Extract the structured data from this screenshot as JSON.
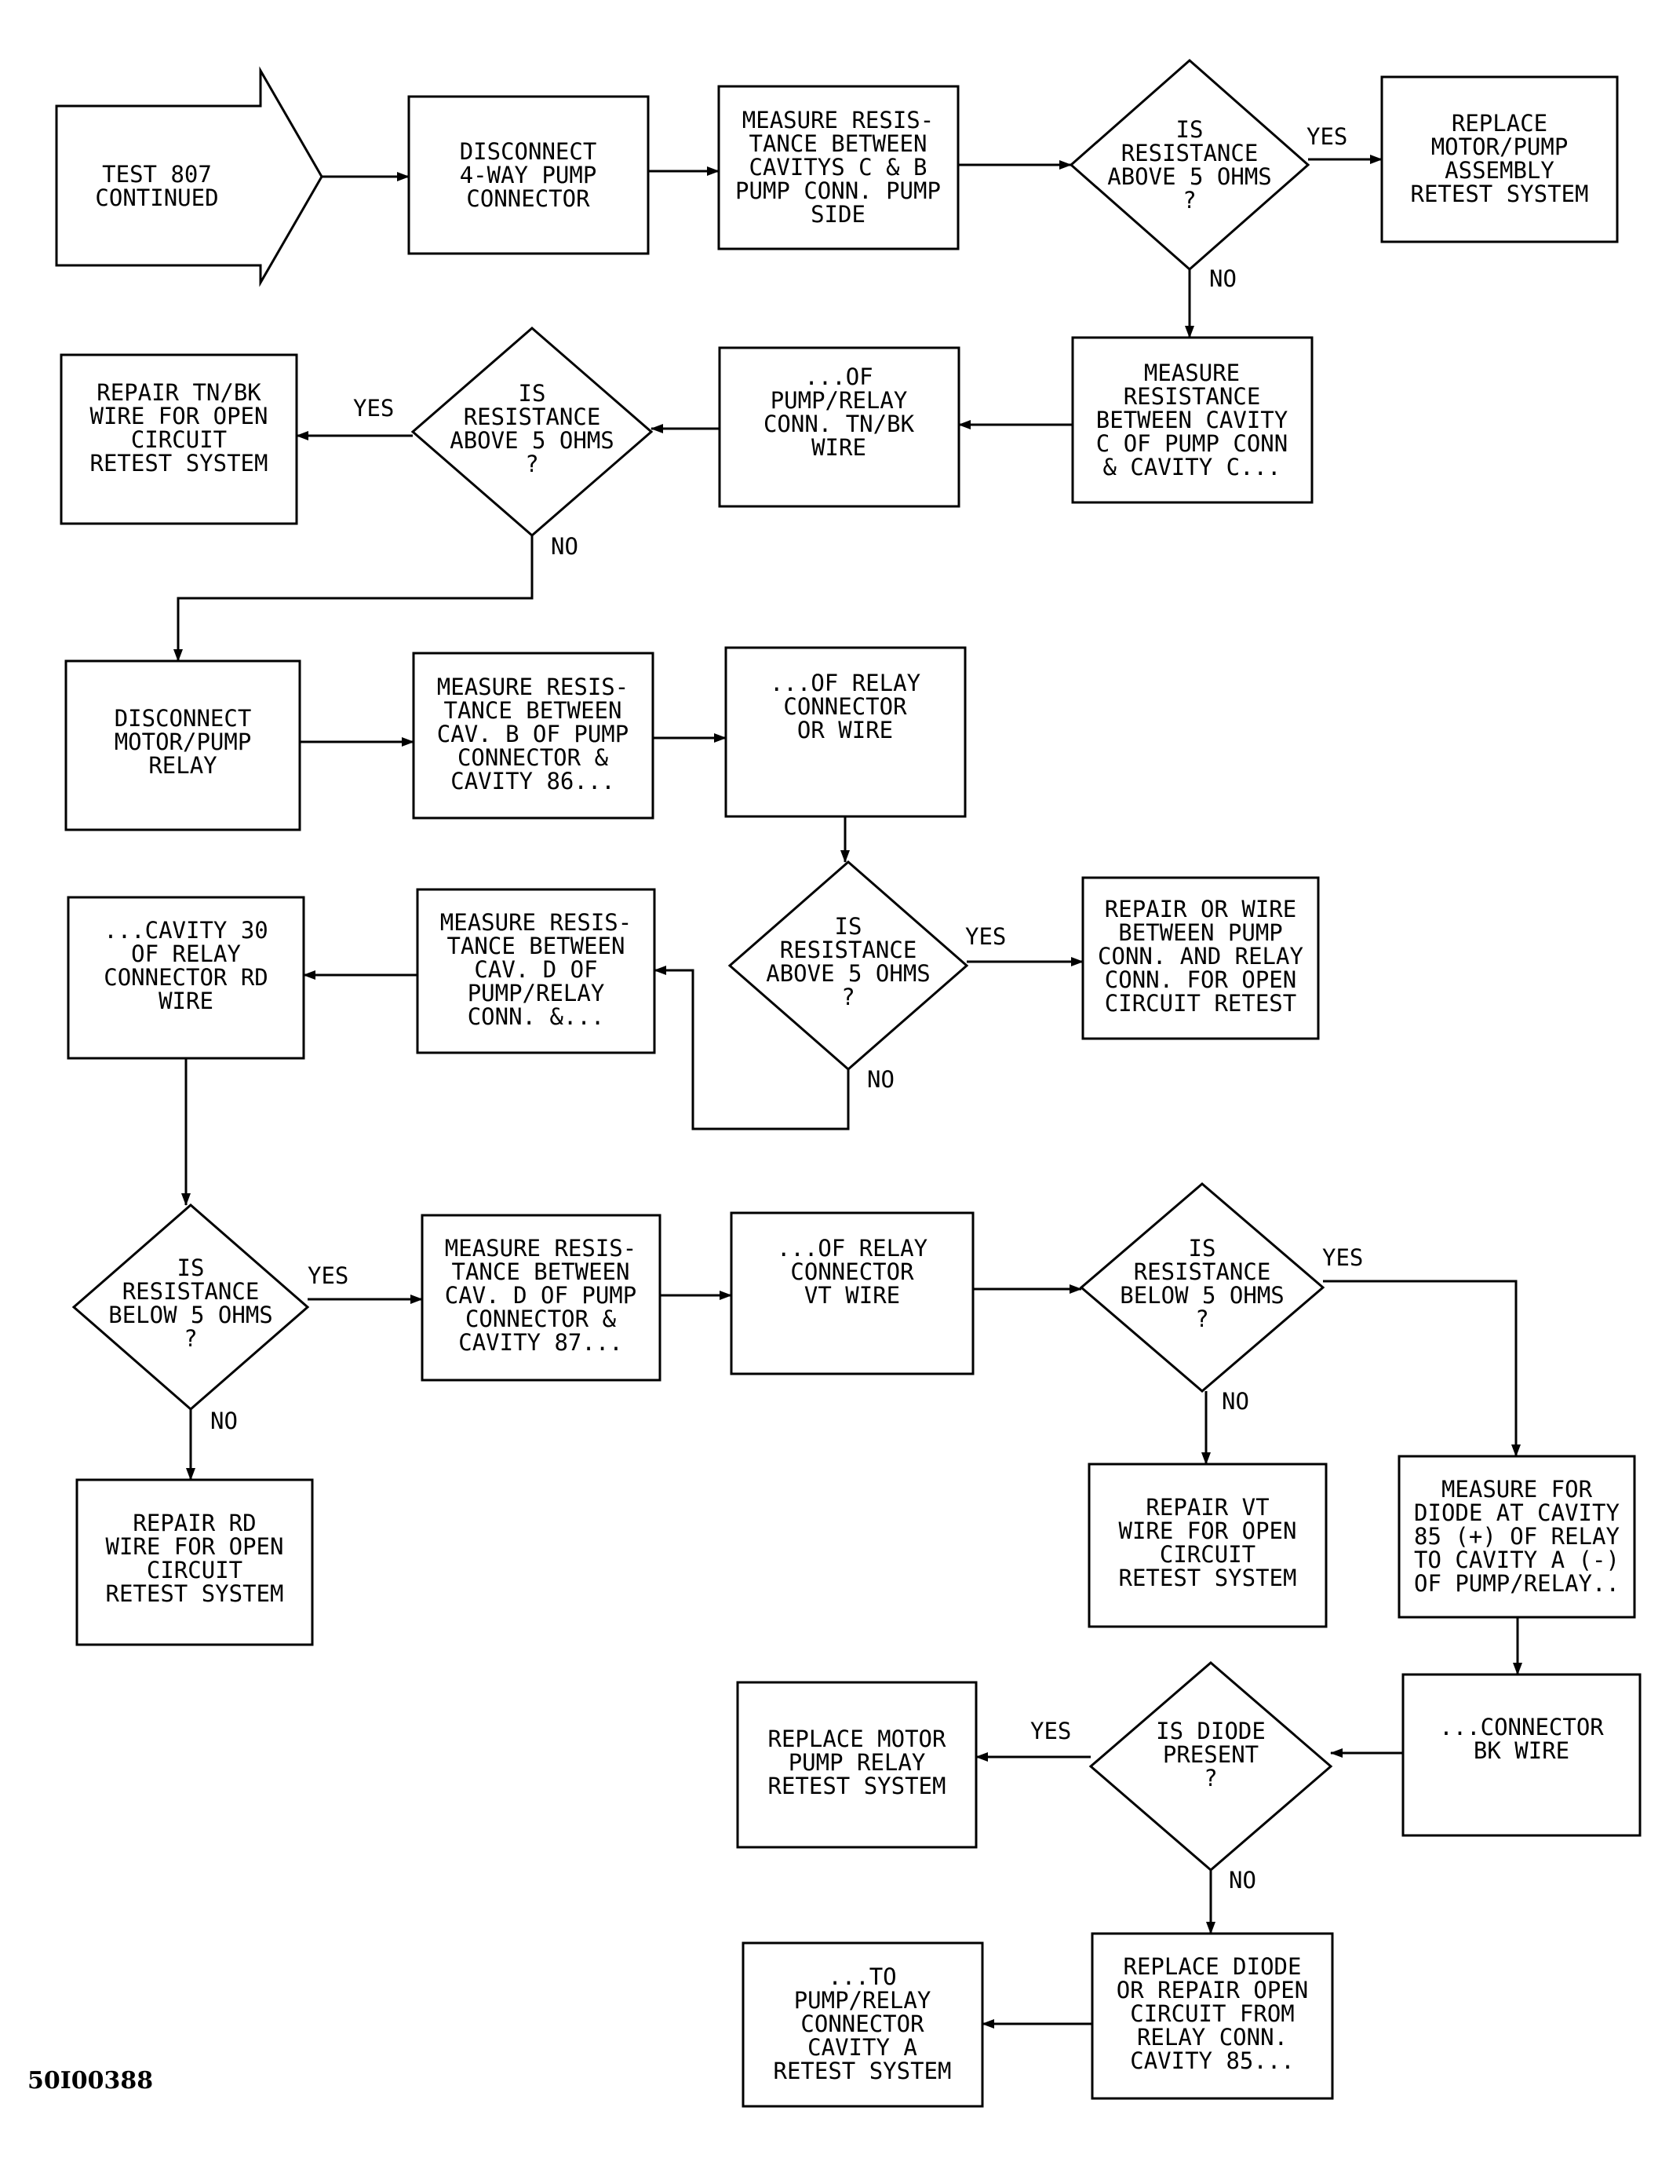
{
  "figure_code": "50I00388",
  "edge_labels": {
    "yes": "YES",
    "no": "NO"
  },
  "nodes": {
    "start": {
      "lines": [
        "TEST 807",
        "CONTINUED"
      ]
    },
    "disconnect4": {
      "lines": [
        "DISCONNECT",
        "4-WAY PUMP",
        "CONNECTOR"
      ]
    },
    "measureCB": {
      "lines": [
        "MEASURE RESIS-",
        "TANCE BETWEEN",
        "CAVITYS C & B",
        "PUMP CONN. PUMP",
        "SIDE"
      ]
    },
    "q1": {
      "lines": [
        "IS",
        "RESISTANCE",
        "ABOVE 5 OHMS",
        "?"
      ]
    },
    "replacePump": {
      "lines": [
        "REPLACE",
        "MOTOR/PUMP",
        "ASSEMBLY",
        "RETEST SYSTEM"
      ]
    },
    "measureCavC": {
      "lines": [
        "MEASURE",
        "RESISTANCE",
        "BETWEEN CAVITY",
        "C OF PUMP CONN",
        "& CAVITY C..."
      ]
    },
    "ofPumpRelay": {
      "lines": [
        "...OF",
        "PUMP/RELAY",
        "CONN. TN/BK",
        "WIRE"
      ]
    },
    "q2": {
      "lines": [
        "IS",
        "RESISTANCE",
        "ABOVE 5 OHMS",
        "?"
      ]
    },
    "repairTNBK": {
      "lines": [
        "REPAIR TN/BK",
        "WIRE FOR OPEN",
        "CIRCUIT",
        "RETEST SYSTEM"
      ]
    },
    "disconnectRelay": {
      "lines": [
        "DISCONNECT",
        "MOTOR/PUMP",
        "RELAY"
      ]
    },
    "measureB86": {
      "lines": [
        "MEASURE RESIS-",
        "TANCE BETWEEN",
        "CAV. B OF PUMP",
        "CONNECTOR &",
        "CAVITY 86..."
      ]
    },
    "ofRelayConn": {
      "lines": [
        "...OF RELAY",
        "CONNECTOR",
        "OR WIRE"
      ]
    },
    "q3": {
      "lines": [
        "IS",
        "RESISTANCE",
        "ABOVE 5 OHMS",
        "?"
      ]
    },
    "repairPumpRelay": {
      "lines": [
        "REPAIR OR WIRE",
        "BETWEEN PUMP",
        "CONN. AND RELAY",
        "CONN. FOR OPEN",
        "CIRCUIT RETEST"
      ]
    },
    "measureD": {
      "lines": [
        "MEASURE RESIS-",
        "TANCE BETWEEN",
        "CAV. D OF",
        "PUMP/RELAY",
        "CONN. &..."
      ]
    },
    "cavity30": {
      "lines": [
        "...CAVITY 30",
        "OF RELAY",
        "CONNECTOR RD",
        "WIRE"
      ]
    },
    "q4": {
      "lines": [
        "IS",
        "RESISTANCE",
        "BELOW 5 OHMS",
        "?"
      ]
    },
    "repairRD": {
      "lines": [
        "REPAIR RD",
        "WIRE FOR OPEN",
        "CIRCUIT",
        "RETEST SYSTEM"
      ]
    },
    "measureD87": {
      "lines": [
        "MEASURE RESIS-",
        "TANCE BETWEEN",
        "CAV. D OF PUMP",
        "CONNECTOR &",
        "CAVITY 87..."
      ]
    },
    "ofRelayVT": {
      "lines": [
        "...OF RELAY",
        "CONNECTOR",
        "VT WIRE"
      ]
    },
    "q5": {
      "lines": [
        "IS",
        "RESISTANCE",
        "BELOW 5 OHMS",
        "?"
      ]
    },
    "repairVT": {
      "lines": [
        "REPAIR VT",
        "WIRE FOR OPEN",
        "CIRCUIT",
        "RETEST SYSTEM"
      ]
    },
    "measureDiode": {
      "lines": [
        "MEASURE FOR",
        "DIODE AT CAVITY",
        "85 (+) OF RELAY",
        "TO CAVITY A (-)",
        "OF PUMP/RELAY.."
      ]
    },
    "connectorBK": {
      "lines": [
        "...CONNECTOR",
        "BK WIRE"
      ]
    },
    "q6": {
      "lines": [
        "IS DIODE",
        "PRESENT",
        "?"
      ]
    },
    "replaceRelay": {
      "lines": [
        "REPLACE MOTOR",
        "PUMP RELAY",
        "RETEST SYSTEM"
      ]
    },
    "replaceDiode": {
      "lines": [
        "REPLACE DIODE",
        "OR REPAIR OPEN",
        "CIRCUIT FROM",
        "RELAY CONN.",
        "CAVITY 85..."
      ]
    },
    "toPumpRelay": {
      "lines": [
        "...TO",
        "PUMP/RELAY",
        "CONNECTOR",
        "CAVITY A",
        "RETEST SYSTEM"
      ]
    }
  }
}
